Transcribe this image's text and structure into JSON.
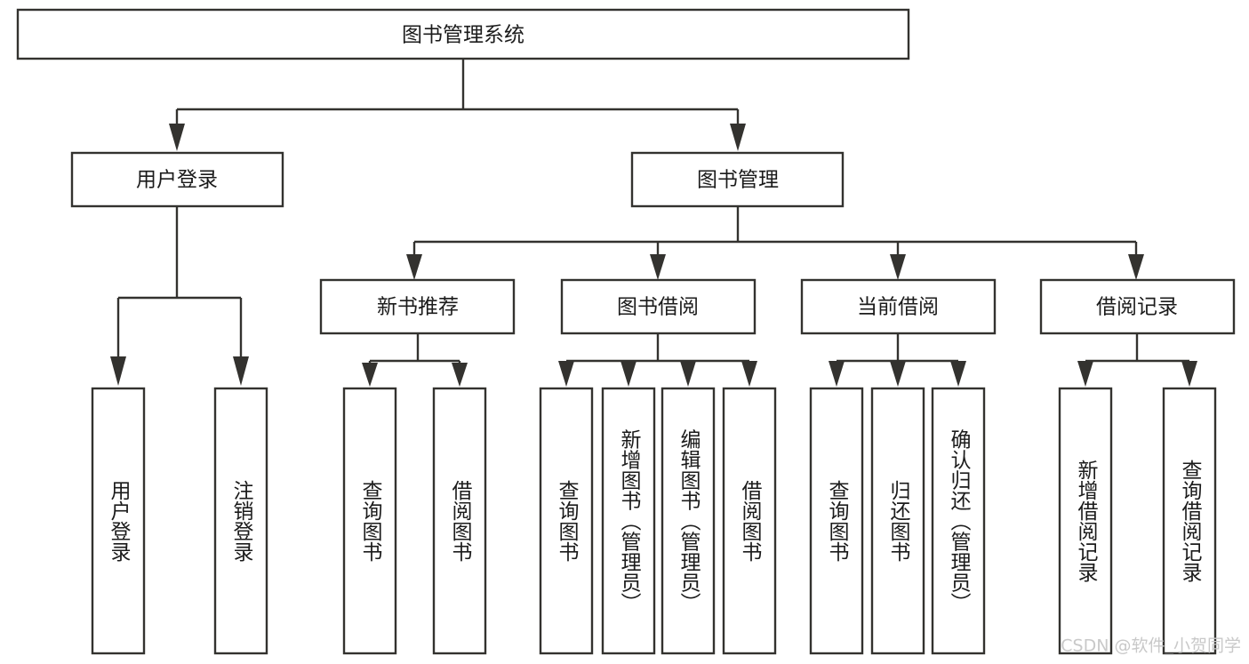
{
  "diagram": {
    "title": "图书管理系统",
    "type": "tree-hierarchy-diagram",
    "colors": {
      "stroke": "#33322f",
      "box_fill": "#ffffff",
      "text": "#1b1b1b",
      "background": "#ffffff",
      "watermark": "#c9c9c9"
    },
    "root": {
      "label": "图书管理系统"
    },
    "level2": [
      {
        "label": "用户登录"
      },
      {
        "label": "图书管理"
      }
    ],
    "level3": [
      {
        "label": "新书推荐"
      },
      {
        "label": "图书借阅"
      },
      {
        "label": "当前借阅"
      },
      {
        "label": "借阅记录"
      }
    ],
    "leaves": {
      "user_login": [
        {
          "label": "用户登录"
        },
        {
          "label": "注销登录"
        }
      ],
      "new_book_recommend": [
        {
          "label": "查询图书"
        },
        {
          "label": "借阅图书"
        }
      ],
      "book_borrow": [
        {
          "label": "查询图书"
        },
        {
          "label": "新增图书（管理员）"
        },
        {
          "label": "编辑图书（管理员）"
        },
        {
          "label": "借阅图书"
        }
      ],
      "current_borrow": [
        {
          "label": "查询图书"
        },
        {
          "label": "归还图书"
        },
        {
          "label": "确认归还（管理员）"
        }
      ],
      "borrow_record": [
        {
          "label": "新增借阅记录"
        },
        {
          "label": "查询借阅记录"
        }
      ]
    }
  },
  "watermark": {
    "text": "CSDN @软件_小贺同学"
  }
}
